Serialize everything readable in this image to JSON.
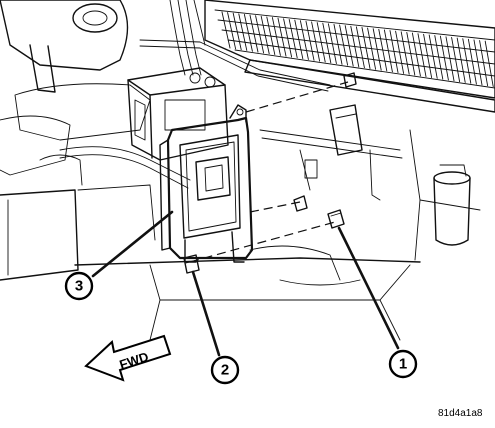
{
  "diagram": {
    "direction_label": "FWD",
    "figure_code": "81d4a1a8",
    "callouts": [
      {
        "id": "1",
        "label": "1"
      },
      {
        "id": "2",
        "label": "2"
      },
      {
        "id": "3",
        "label": "3"
      }
    ],
    "colors": {
      "ink": "#111111",
      "background": "#ffffff"
    },
    "icons": [
      "fwd-arrow-icon",
      "bolt-icon",
      "nut-icon",
      "bracket-module-icon"
    ]
  }
}
